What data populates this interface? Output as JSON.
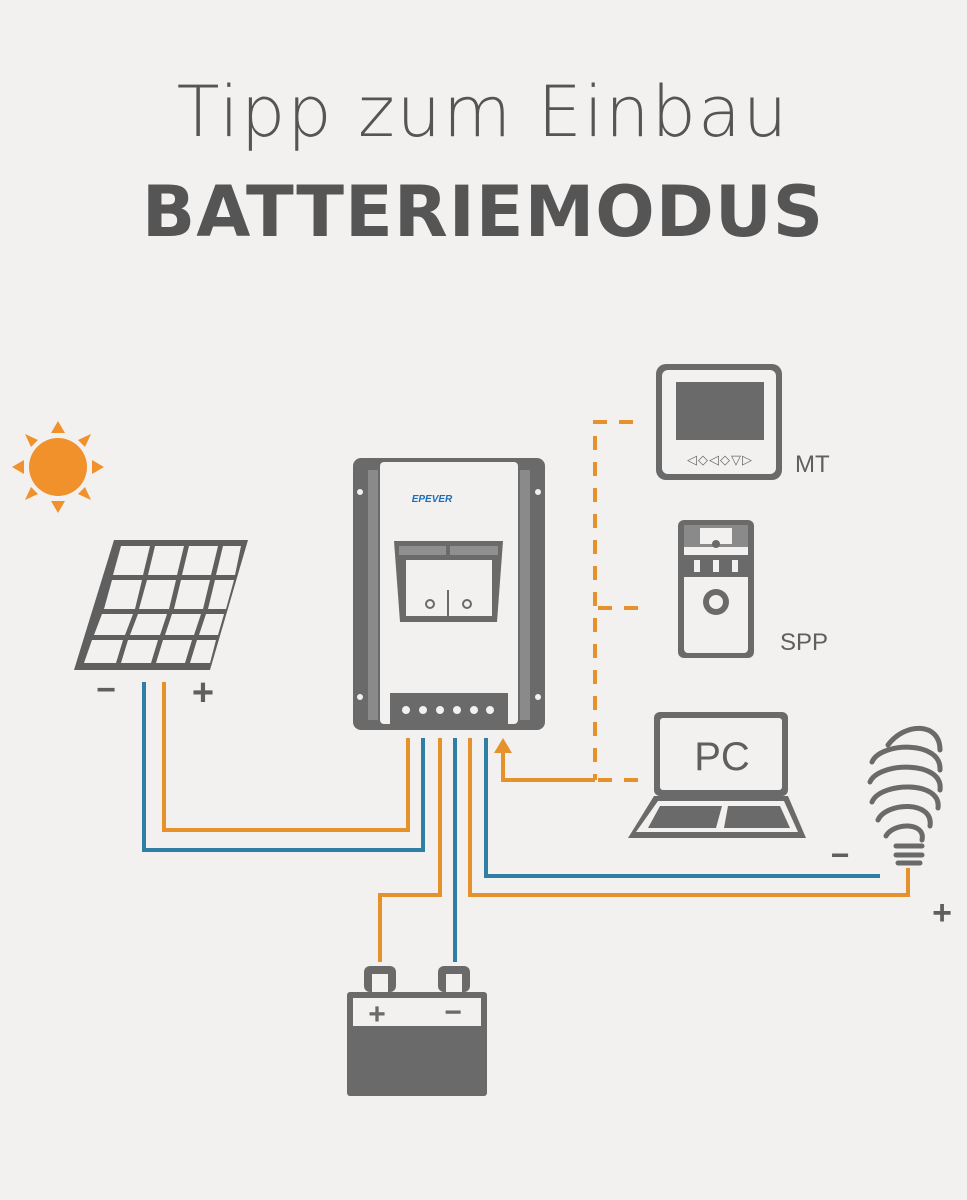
{
  "heading": {
    "title": "Tipp zum Einbau",
    "subtitle": "BATTERIEMODUS"
  },
  "controller": {
    "brand": "EPEVER"
  },
  "devices": {
    "mt": {
      "label": "MT",
      "keys": "◁◇◁◇▽▷"
    },
    "spp": {
      "label": "SPP"
    },
    "pc": {
      "label": "PC"
    }
  },
  "polarity": {
    "panel_minus": "−",
    "panel_plus": "+",
    "battery_plus": "+",
    "battery_minus": "−",
    "load_minus": "−",
    "load_plus": "+"
  },
  "colors": {
    "background": "#f2f1f0",
    "icon_gray": "#5f5f5f",
    "orange": "#e5912c",
    "blue": "#2e7fa3",
    "sun": "#f0912b",
    "brand_blue": "#1b6fb8"
  },
  "icons": [
    "sun-icon",
    "solar-panel-icon",
    "charge-controller-icon",
    "mt-meter-icon",
    "spp-icon",
    "pc-laptop-icon",
    "bulb-icon",
    "battery-icon"
  ]
}
